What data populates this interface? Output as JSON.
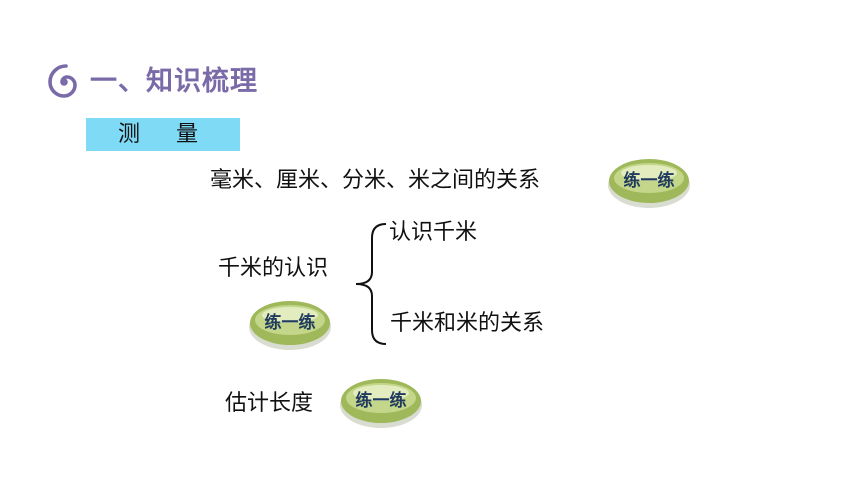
{
  "section": {
    "title": "一、知识梳理",
    "icon": "spiral-icon",
    "accent_color": "#7a6ba8"
  },
  "topic": {
    "label": "测量",
    "bar_color": "#7fdaf6"
  },
  "items": {
    "relation": "毫米、厘米、分米、米之间的关系",
    "kilometer_intro": "千米的认识",
    "branch_know_km": "认识千米",
    "branch_km_m": "千米和米的关系",
    "estimate_length": "估计长度"
  },
  "practice_button": {
    "label": "练一练",
    "color": "#a8c25a"
  }
}
